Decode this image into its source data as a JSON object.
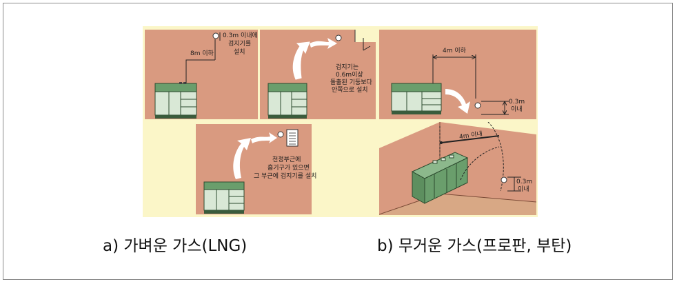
{
  "colors": {
    "wall": "#d99a80",
    "floor": "#d8a885",
    "background": "#fbf6c8",
    "cabinet": "#6a9e6c",
    "cabinet_front": "#d9e8d6",
    "cabinet_dark": "#3a5c3c"
  },
  "panels": {
    "tl": {
      "distance": "8m 이하",
      "note_line1": "0.3m 이내에",
      "note_line2": "검지기를",
      "note_line3": "설치"
    },
    "tm": {
      "note_line1": "검지기는",
      "note_line2": "0.6m이상",
      "note_line3": "돌출된 기둥보다",
      "note_line4": "안쪽으로 설치"
    },
    "bl": {
      "note_line1": "천정부근에",
      "note_line2": "흡기구가 있으면",
      "note_line3": "그 부근에 검지기를 설치"
    },
    "tr": {
      "distance": "4m 이하",
      "height_line1": "0.3m",
      "height_line2": "이내"
    },
    "br": {
      "distance": "4m 이내",
      "height_line1": "0.3m",
      "height_line2": "이내"
    }
  },
  "captions": {
    "a": "a) 가벼운 가스(LNG)",
    "b": "b) 무거운 가스(프로판, 부탄)"
  }
}
